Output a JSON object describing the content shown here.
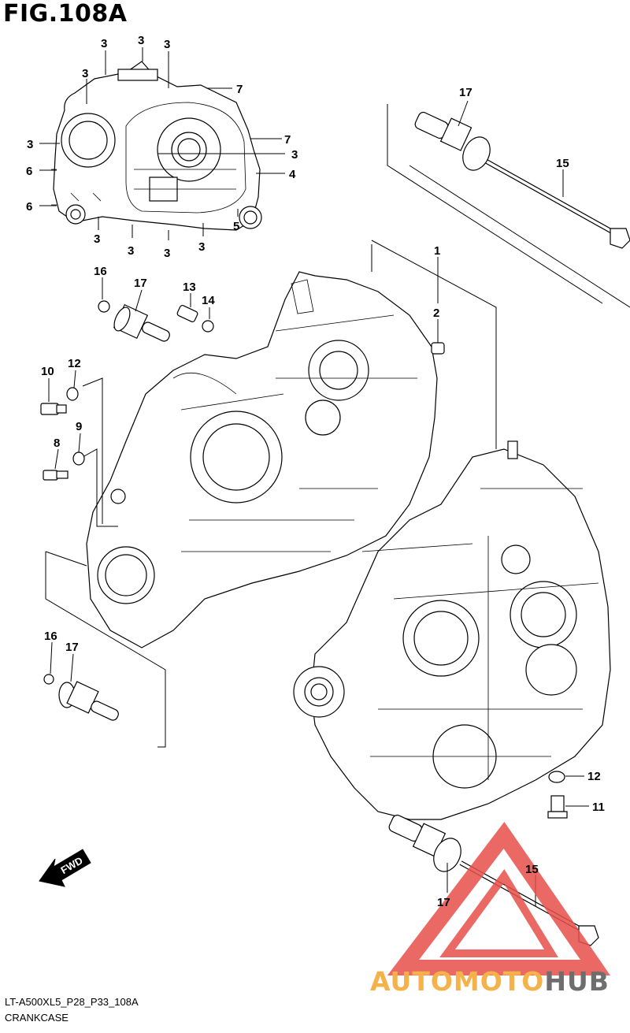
{
  "figure": {
    "title": "FIG.108A",
    "code": "LT-A500XL5_P28_P33_108A",
    "section": "CRANKCASE",
    "fwd_label": "FWD"
  },
  "watermark": {
    "text_a": "AUTOMOTO",
    "text_b": "HUB",
    "color_a": "#f5b14a",
    "color_b": "#6e6e6e",
    "logo_color": "#e8504a"
  },
  "callouts": [
    {
      "id": "c1",
      "label": "3"
    },
    {
      "id": "c2",
      "label": "3"
    },
    {
      "id": "c3",
      "label": "3"
    },
    {
      "id": "c4",
      "label": "3"
    },
    {
      "id": "c5",
      "label": "3"
    },
    {
      "id": "c6",
      "label": "7"
    },
    {
      "id": "c7",
      "label": "3"
    },
    {
      "id": "c8",
      "label": "7"
    },
    {
      "id": "c9",
      "label": "3"
    },
    {
      "id": "c10",
      "label": "4"
    },
    {
      "id": "c11",
      "label": "6"
    },
    {
      "id": "c12",
      "label": "6"
    },
    {
      "id": "c13",
      "label": "3"
    },
    {
      "id": "c14",
      "label": "3"
    },
    {
      "id": "c15",
      "label": "3"
    },
    {
      "id": "c16",
      "label": "3"
    },
    {
      "id": "c17",
      "label": "5"
    },
    {
      "id": "c18",
      "label": "17"
    },
    {
      "id": "c19",
      "label": "15"
    },
    {
      "id": "c20",
      "label": "1"
    },
    {
      "id": "c21",
      "label": "2"
    },
    {
      "id": "c22",
      "label": "16"
    },
    {
      "id": "c23",
      "label": "17"
    },
    {
      "id": "c24",
      "label": "13"
    },
    {
      "id": "c25",
      "label": "14"
    },
    {
      "id": "c26",
      "label": "10"
    },
    {
      "id": "c27",
      "label": "12"
    },
    {
      "id": "c28",
      "label": "8"
    },
    {
      "id": "c29",
      "label": "9"
    },
    {
      "id": "c30",
      "label": "16"
    },
    {
      "id": "c31",
      "label": "17"
    },
    {
      "id": "c32",
      "label": "12"
    },
    {
      "id": "c33",
      "label": "11"
    },
    {
      "id": "c34",
      "label": "15"
    },
    {
      "id": "c35",
      "label": "17"
    }
  ]
}
